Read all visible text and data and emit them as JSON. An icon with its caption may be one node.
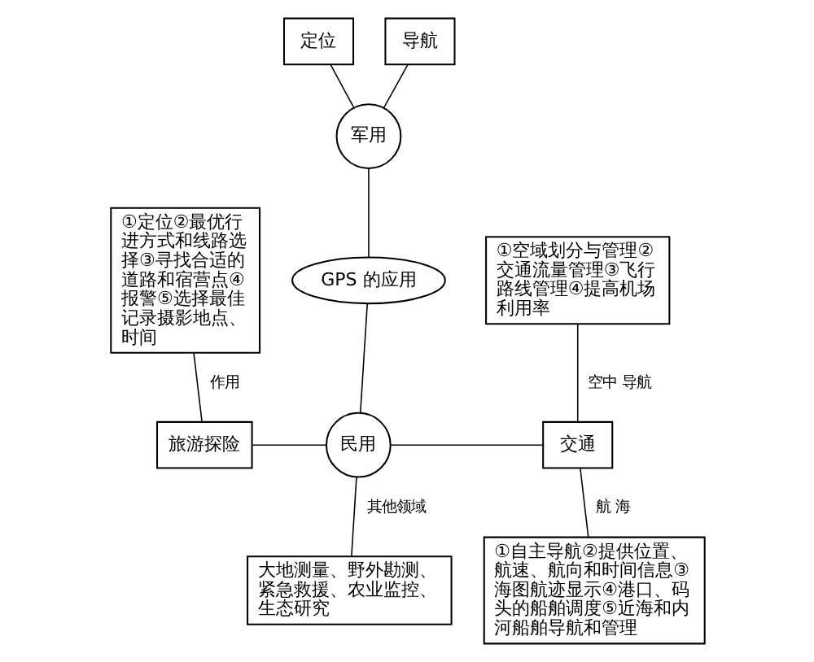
{
  "diagram": {
    "nodes": [
      {
        "text": [
          "定位"
        ]
      },
      {
        "text": [
          "导航"
        ]
      },
      {
        "text": [
          "军用"
        ]
      },
      {
        "text": [
          "①定位②最优行进方式和线路选择③寻找合适的道路和宿营点④报警⑤选择最佳记录摄影地点、时间"
        ]
      },
      {
        "text": [
          "GPS 的应用"
        ]
      },
      {
        "text": [
          "①空域划分与管理②交通流量管理③飞行路线管理④提高机场利用率"
        ]
      },
      {
        "text": [
          "民用"
        ]
      },
      {
        "text": [
          "旅游探险"
        ]
      },
      {
        "text": [
          "交通"
        ]
      },
      {
        "text": [
          "大地测量、野外勘测、紧急救援、农业监控、生态研究"
        ]
      },
      {
        "text": [
          "①自主导航②提供位置、航速、航向和时间信息③海图航迹显示④港口、码头的船舶调度⑤近海和内河船舶导航和管理"
        ]
      }
    ],
    "edges": [
      {
        "from": 0,
        "to": 2,
        "arrow": "none"
      },
      {
        "from": 1,
        "to": 2,
        "arrow": "none"
      },
      {
        "from": 2,
        "to": 4,
        "arrow": "none"
      },
      {
        "from": 4,
        "to": 6,
        "arrow": "none"
      },
      {
        "from": 3,
        "to": 7,
        "arrow": "none",
        "label": "作用"
      },
      {
        "from": 7,
        "to": 6,
        "arrow": "none"
      },
      {
        "from": 6,
        "to": 8,
        "arrow": "none"
      },
      {
        "from": 5,
        "to": 8,
        "arrow": "none",
        "label": "空中 导航"
      },
      {
        "from": 6,
        "to": 9,
        "arrow": "none",
        "label": "其他领域"
      },
      {
        "from": 8,
        "to": 10,
        "arrow": "none",
        "label": "航 海"
      }
    ]
  }
}
